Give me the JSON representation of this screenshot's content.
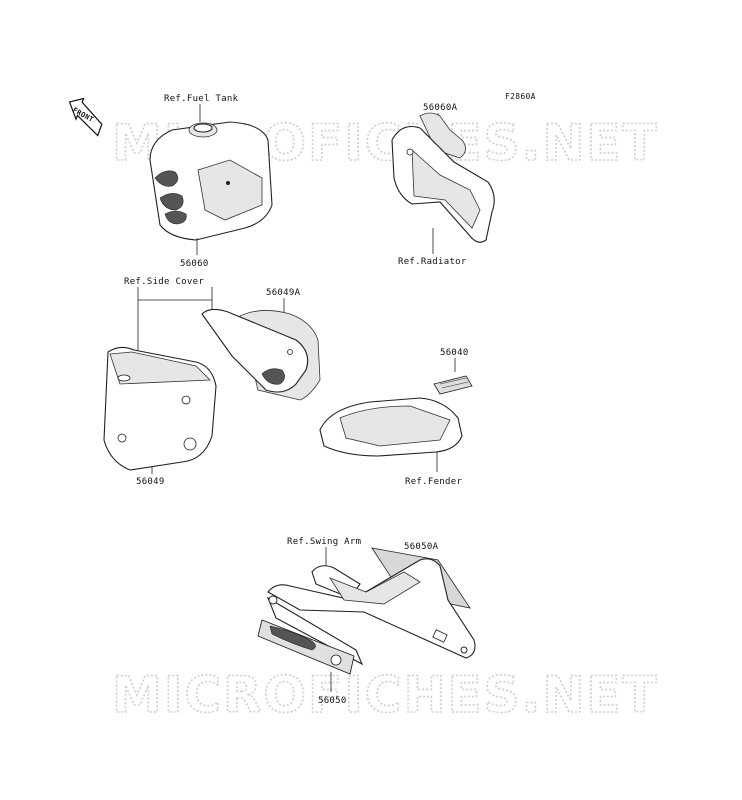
{
  "diagram_code": "F2860A",
  "front_marker": "FRONT",
  "watermark": "MICROFICHES.NET",
  "callouts": {
    "ref_fuel_tank": "Ref.Fuel Tank",
    "ref_radiator": "Ref.Radiator",
    "ref_side_cover": "Ref.Side Cover",
    "ref_fender": "Ref.Fender",
    "ref_swing_arm": "Ref.Swing Arm",
    "p56060": "56060",
    "p56060a": "56060A",
    "p56049a": "56049A",
    "p56049": "56049",
    "p56040": "56040",
    "p56050a": "56050A",
    "p56050": "56050"
  }
}
